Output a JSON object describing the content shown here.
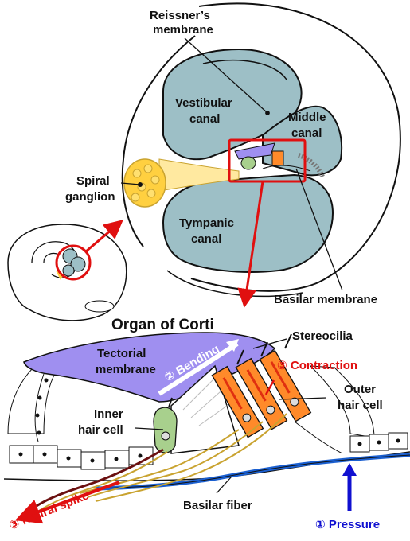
{
  "cochlea_section": {
    "labels": {
      "reissners_membrane_line1": "Reissner’s",
      "reissners_membrane_line2": "membrane",
      "vestibular_canal_line1": "Vestibular",
      "vestibular_canal_line2": "canal",
      "middle_canal_line1": "Middle",
      "middle_canal_line2": "canal",
      "spiral_ganglion_line1": "Spiral",
      "spiral_ganglion_line2": "ganglion",
      "tympanic_canal_line1": "Tympanic",
      "tympanic_canal_line2": "canal",
      "basilar_membrane": "Basilar membrane"
    }
  },
  "organ_of_corti": {
    "title": "Organ of Corti",
    "labels": {
      "stereocilia": "Stereocilia",
      "tectorial_membrane_line1": "Tectorial",
      "tectorial_membrane_line2": "membrane",
      "bending": "② Bending",
      "contraction": "③ Contraction",
      "outer_hair_cell_line1": "Outer",
      "outer_hair_cell_line2": "hair cell",
      "inner_hair_cell_line1": "Inner",
      "inner_hair_cell_line2": "hair cell",
      "neural_spike": "③ Neural spike",
      "basilar_fiber": "Basilar fiber",
      "pressure": "① Pressure"
    }
  },
  "colors": {
    "canal_fill": "#9dbfc6",
    "tectorial_fill": "#9f8ff0",
    "outer_hair_cell_fill": "#ff8a2a",
    "inner_hair_cell_fill": "#a8d08d",
    "ganglion_fill": "#ffd040",
    "highlight_red": "#e01010",
    "pressure_blue": "#1010d0",
    "basilar_fiber_blue": "#1a5fd0"
  }
}
